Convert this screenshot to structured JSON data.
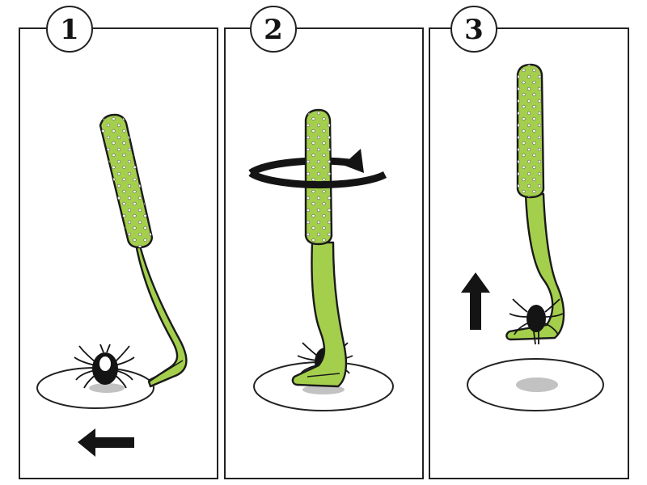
{
  "colors": {
    "tool_fill": "#a4cf4c",
    "tool_stroke": "#1a1a1a",
    "tick": "#141414",
    "shadow": "#c2c2c2",
    "panel_border": "#222222",
    "background": "#ffffff"
  },
  "steps": [
    {
      "number": "1",
      "motion_icon": "arrow-left-icon"
    },
    {
      "number": "2",
      "motion_icon": "rotate-arrow-icon"
    },
    {
      "number": "3",
      "motion_icon": "arrow-up-icon"
    }
  ]
}
